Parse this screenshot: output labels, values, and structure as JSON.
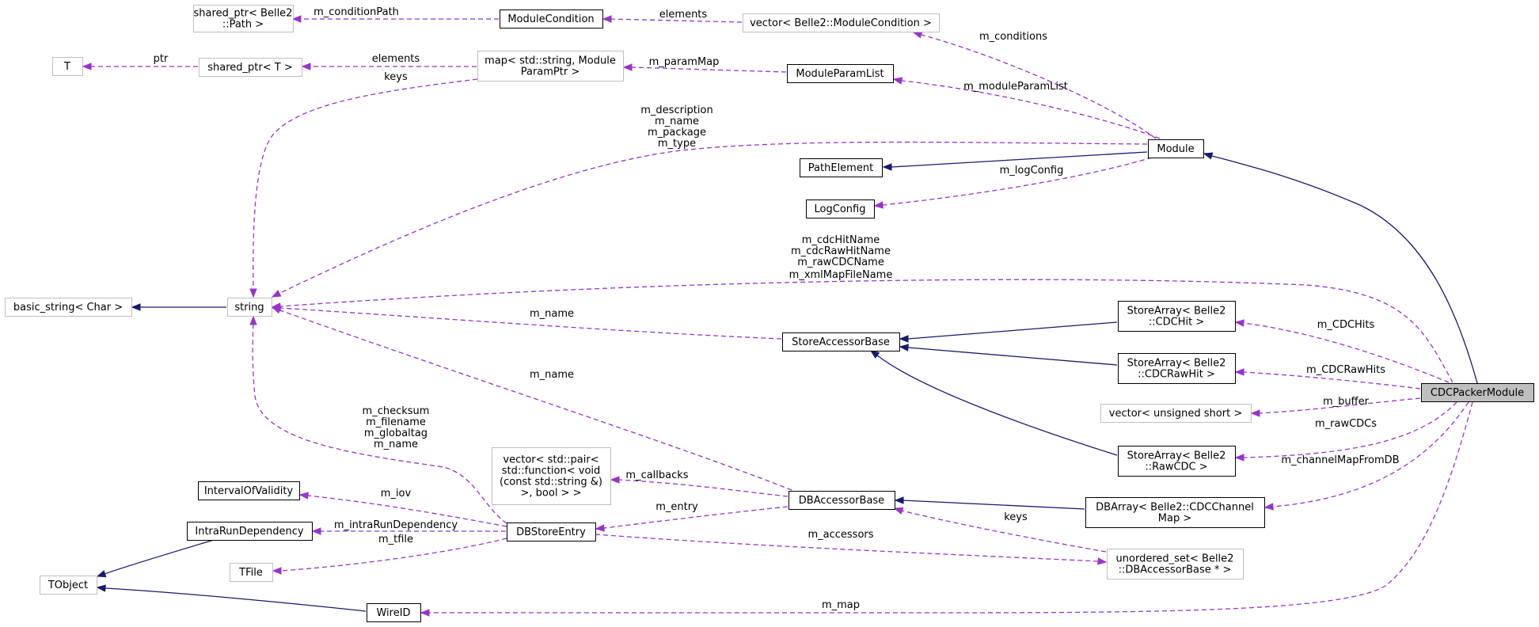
{
  "colors": {
    "inherit_edge": "#191970",
    "use_edge": "#9a32cd",
    "class_border": "#000000",
    "external_border": "#bfbfbf",
    "focus_fill": "#bfbfbf"
  },
  "nodes": {
    "cdcpackermodule": {
      "lines": [
        "CDCPackerModule"
      ]
    },
    "module": {
      "lines": [
        "Module"
      ]
    },
    "pathelement": {
      "lines": [
        "PathElement"
      ]
    },
    "logconfig": {
      "lines": [
        "LogConfig"
      ]
    },
    "moduleparamlist": {
      "lines": [
        "ModuleParamList"
      ]
    },
    "modulecondition": {
      "lines": [
        "ModuleCondition"
      ]
    },
    "vector_modulecondition": {
      "lines": [
        "vector< Belle2::ModuleCondition >"
      ]
    },
    "shared_ptr_path": {
      "lines": [
        "shared_ptr< Belle2",
        "::Path >"
      ]
    },
    "map_param": {
      "lines": [
        "map< std::string, Module",
        "ParamPtr >"
      ]
    },
    "shared_ptr_t": {
      "lines": [
        "shared_ptr< T >"
      ]
    },
    "t": {
      "lines": [
        "T"
      ]
    },
    "basic_string": {
      "lines": [
        "basic_string< Char >"
      ]
    },
    "string": {
      "lines": [
        "string"
      ]
    },
    "storeaccessorbase": {
      "lines": [
        "StoreAccessorBase"
      ]
    },
    "storearray_cdchit": {
      "lines": [
        "StoreArray< Belle2",
        "::CDCHit >"
      ]
    },
    "storearray_cdcrawhit": {
      "lines": [
        "StoreArray< Belle2",
        "::CDCRawHit >"
      ]
    },
    "storearray_rawcdc": {
      "lines": [
        "StoreArray< Belle2",
        "::RawCDC >"
      ]
    },
    "vector_ushort": {
      "lines": [
        "vector< unsigned short >"
      ]
    },
    "vector_pair": {
      "lines": [
        "vector< std::pair<",
        "std::function< void",
        "(const std::string &)",
        ">, bool > >"
      ]
    },
    "dbaccessorbase": {
      "lines": [
        "DBAccessorBase"
      ]
    },
    "dbarray": {
      "lines": [
        "DBArray< Belle2::CDCChannel",
        "Map >"
      ]
    },
    "dbstoreentry": {
      "lines": [
        "DBStoreEntry"
      ]
    },
    "intervalofvalidity": {
      "lines": [
        "IntervalOfValidity"
      ]
    },
    "intrarundependency": {
      "lines": [
        "IntraRunDependency"
      ]
    },
    "tfile": {
      "lines": [
        "TFile"
      ]
    },
    "tobject": {
      "lines": [
        "TObject"
      ]
    },
    "wireid": {
      "lines": [
        "WireID"
      ]
    },
    "unordered_set": {
      "lines": [
        "unordered_set< Belle2",
        "::DBAccessorBase * >"
      ]
    }
  },
  "edges": [
    {
      "id": "modcond_condpath",
      "type": "use",
      "labels": [
        "m_conditionPath"
      ]
    },
    {
      "id": "vecmodcond_elements",
      "type": "use",
      "labels": [
        "elements"
      ]
    },
    {
      "id": "module_conditions",
      "type": "use",
      "labels": [
        "m_conditions"
      ]
    },
    {
      "id": "sharedt_ptr",
      "type": "use",
      "labels": [
        "ptr"
      ]
    },
    {
      "id": "map_elements",
      "type": "use",
      "labels": [
        "elements"
      ]
    },
    {
      "id": "paramlist_parammap",
      "type": "use",
      "labels": [
        "m_paramMap"
      ]
    },
    {
      "id": "module_paramlist",
      "type": "use",
      "labels": [
        "m_moduleParamList"
      ]
    },
    {
      "id": "map_keys",
      "type": "use",
      "labels": [
        "keys"
      ]
    },
    {
      "id": "module_strings",
      "type": "use",
      "labels": [
        "m_description",
        "m_name",
        "m_package",
        "m_type"
      ]
    },
    {
      "id": "module_pathelement",
      "type": "inherit",
      "labels": []
    },
    {
      "id": "module_logconfig",
      "type": "use",
      "labels": [
        "m_logConfig"
      ]
    },
    {
      "id": "cdc_module",
      "type": "inherit",
      "labels": []
    },
    {
      "id": "cdc_strings",
      "type": "use",
      "labels": [
        "m_cdcHitName",
        "m_cdcRawHitName",
        "m_rawCDCName",
        "m_xmlMapFileName"
      ]
    },
    {
      "id": "string_basic",
      "type": "inherit",
      "labels": []
    },
    {
      "id": "sab_name",
      "type": "use",
      "labels": [
        "m_name"
      ]
    },
    {
      "id": "sa_cdchit_inherit",
      "type": "inherit",
      "labels": []
    },
    {
      "id": "sa_cdcrawhit_inherit",
      "type": "inherit",
      "labels": []
    },
    {
      "id": "sa_rawcdc_inherit",
      "type": "inherit",
      "labels": []
    },
    {
      "id": "cdc_cdchits",
      "type": "use",
      "labels": [
        "m_CDCHits"
      ]
    },
    {
      "id": "cdc_cdcrawhits",
      "type": "use",
      "labels": [
        "m_CDCRawHits"
      ]
    },
    {
      "id": "cdc_buffer",
      "type": "use",
      "labels": [
        "m_buffer"
      ]
    },
    {
      "id": "cdc_rawcdcs",
      "type": "use",
      "labels": [
        "m_rawCDCs"
      ]
    },
    {
      "id": "cdc_channelmap",
      "type": "use",
      "labels": [
        "m_channelMapFromDB"
      ]
    },
    {
      "id": "dbab_name",
      "type": "use",
      "labels": [
        "m_name"
      ]
    },
    {
      "id": "dbse_strings",
      "type": "use",
      "labels": [
        "m_checksum",
        "m_filename",
        "m_globaltag",
        "m_name"
      ]
    },
    {
      "id": "dbab_callbacks",
      "type": "use",
      "labels": [
        "m_callbacks"
      ]
    },
    {
      "id": "dbarray_inherit",
      "type": "inherit",
      "labels": []
    },
    {
      "id": "dbab_entry",
      "type": "use",
      "labels": [
        "m_entry"
      ]
    },
    {
      "id": "uset_keys",
      "type": "use",
      "labels": [
        "keys"
      ]
    },
    {
      "id": "dbse_accessors",
      "type": "use",
      "labels": [
        "m_accessors"
      ]
    },
    {
      "id": "dbse_iov",
      "type": "use",
      "labels": [
        "m_iov"
      ]
    },
    {
      "id": "dbse_intrarun",
      "type": "use",
      "labels": [
        "m_intraRunDependency"
      ]
    },
    {
      "id": "dbse_tfile",
      "type": "use",
      "labels": [
        "m_tfile"
      ]
    },
    {
      "id": "intrarun_tobject",
      "type": "inherit",
      "labels": []
    },
    {
      "id": "wireid_tobject",
      "type": "inherit",
      "labels": []
    },
    {
      "id": "cdc_map",
      "type": "use",
      "labels": [
        "m_map"
      ]
    }
  ]
}
